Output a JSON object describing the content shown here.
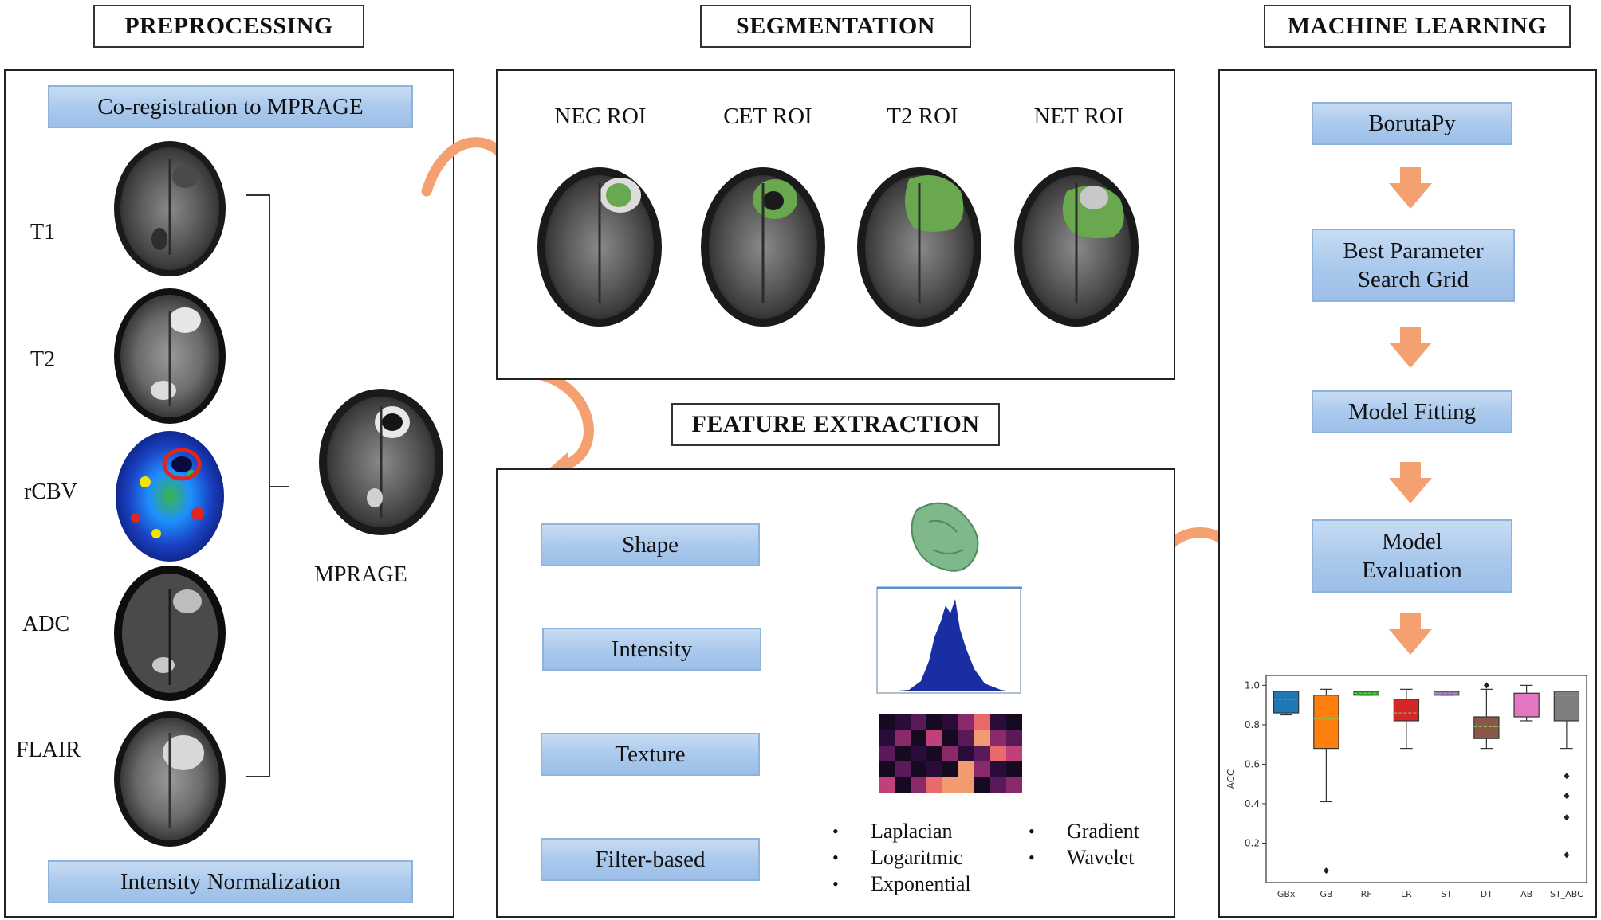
{
  "titles": {
    "preprocessing": "PREPROCESSING",
    "segmentation": "SEGMENTATION",
    "machine_learning": "MACHINE LEARNING",
    "feature_extraction": "FEATURE EXTRACTION"
  },
  "preprocessing": {
    "top_box": "Co-registration to MPRAGE",
    "bottom_box": "Intensity Normalization",
    "sequences": [
      "T1",
      "T2",
      "rCBV",
      "ADC",
      "FLAIR"
    ],
    "target": "MPRAGE"
  },
  "segmentation": {
    "rois": [
      "NEC ROI",
      "CET ROI",
      "T2 ROI",
      "NET ROI"
    ]
  },
  "feature_extraction": {
    "categories": [
      "Shape",
      "Intensity",
      "Texture",
      "Filter-based"
    ],
    "filters_col1": [
      "Laplacian",
      "Logaritmic",
      "Exponential"
    ],
    "filters_col2": [
      "Gradient",
      "Wavelet"
    ]
  },
  "machine_learning": {
    "steps": [
      "BorutaPy",
      "Best Parameter Search Grid",
      "Model Fitting",
      "Model Evaluation"
    ]
  },
  "chart_data": {
    "type": "box",
    "categories": [
      "GBx",
      "GB",
      "RF",
      "LR",
      "ST",
      "DT",
      "AB",
      "ST_ABC"
    ],
    "ylabel": "ACC",
    "ylim": [
      0.0,
      1.05
    ],
    "yticks": [
      "1.0",
      "0.8",
      "0.6",
      "0.4",
      "0.2"
    ],
    "series": [
      {
        "values": [
          {
            "min": 0.85,
            "q1": 0.86,
            "median": 0.93,
            "q3": 0.97,
            "max": 0.97,
            "outliers": []
          },
          {
            "min": 0.41,
            "q1": 0.68,
            "median": 0.83,
            "q3": 0.95,
            "max": 0.98,
            "outliers": [
              0.06
            ]
          },
          {
            "min": 0.95,
            "q1": 0.95,
            "median": 0.96,
            "q3": 0.97,
            "max": 0.97,
            "outliers": []
          },
          {
            "min": 0.68,
            "q1": 0.82,
            "median": 0.86,
            "q3": 0.93,
            "max": 0.98,
            "outliers": []
          },
          {
            "min": 0.95,
            "q1": 0.95,
            "median": 0.96,
            "q3": 0.97,
            "max": 0.97,
            "outliers": []
          },
          {
            "min": 0.68,
            "q1": 0.73,
            "median": 0.79,
            "q3": 0.84,
            "max": 0.98,
            "outliers": [
              1.0
            ]
          },
          {
            "min": 0.82,
            "q1": 0.84,
            "median": 0.91,
            "q3": 0.96,
            "max": 1.0,
            "outliers": []
          },
          {
            "min": 0.68,
            "q1": 0.82,
            "median": 0.95,
            "q3": 0.97,
            "max": 0.97,
            "outliers": [
              0.54,
              0.44,
              0.33,
              0.14
            ]
          }
        ]
      }
    ],
    "colors": [
      "#1f77b4",
      "#ff7f0e",
      "#2ca02c",
      "#d62728",
      "#9467bd",
      "#8c564b",
      "#e377c2",
      "#7f7f7f"
    ]
  }
}
